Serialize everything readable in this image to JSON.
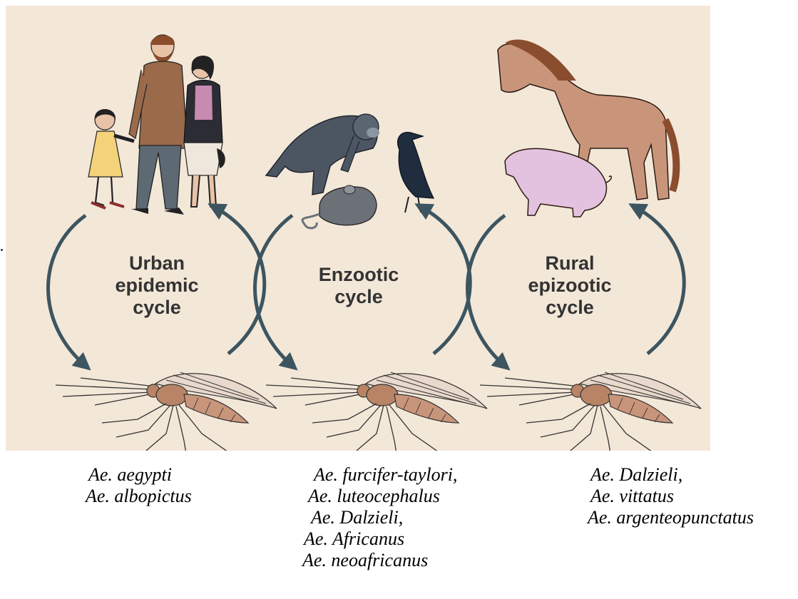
{
  "cycles": [
    {
      "id": "urban",
      "lines": [
        "Urban",
        "epidemic",
        "cycle"
      ],
      "vectors": [
        "Ae. aegypti",
        "Ae. albopictus"
      ]
    },
    {
      "id": "enzootic",
      "lines": [
        "Enzootic",
        "cycle"
      ],
      "vectors": [
        "Ae. furcifer-taylori,",
        "Ae. luteocephalus",
        "Ae. Dalzieli,",
        "Ae. Africanus",
        "Ae. neoafricanus"
      ]
    },
    {
      "id": "rural",
      "lines": [
        "Rural",
        "epizootic",
        "cycle"
      ],
      "vectors": [
        "Ae. Dalzieli,",
        "Ae. vittatus",
        "Ae. argenteopunctatus"
      ]
    }
  ],
  "colors": {
    "panel": "#f3e7d8",
    "arrow": "#3c5560",
    "label": "#333333",
    "mosquito": "#b98465",
    "horse": "#c9957a",
    "pig": "#e3c2df",
    "ape": "#4c5663",
    "crow": "#1f2d3e",
    "rat": "#6c7178"
  },
  "icons": [
    "people-icon",
    "chimpanzee-icon",
    "crow-icon",
    "rat-icon",
    "horse-icon",
    "pig-icon",
    "mosquito-icon",
    "cycle-arrow-icon"
  ]
}
